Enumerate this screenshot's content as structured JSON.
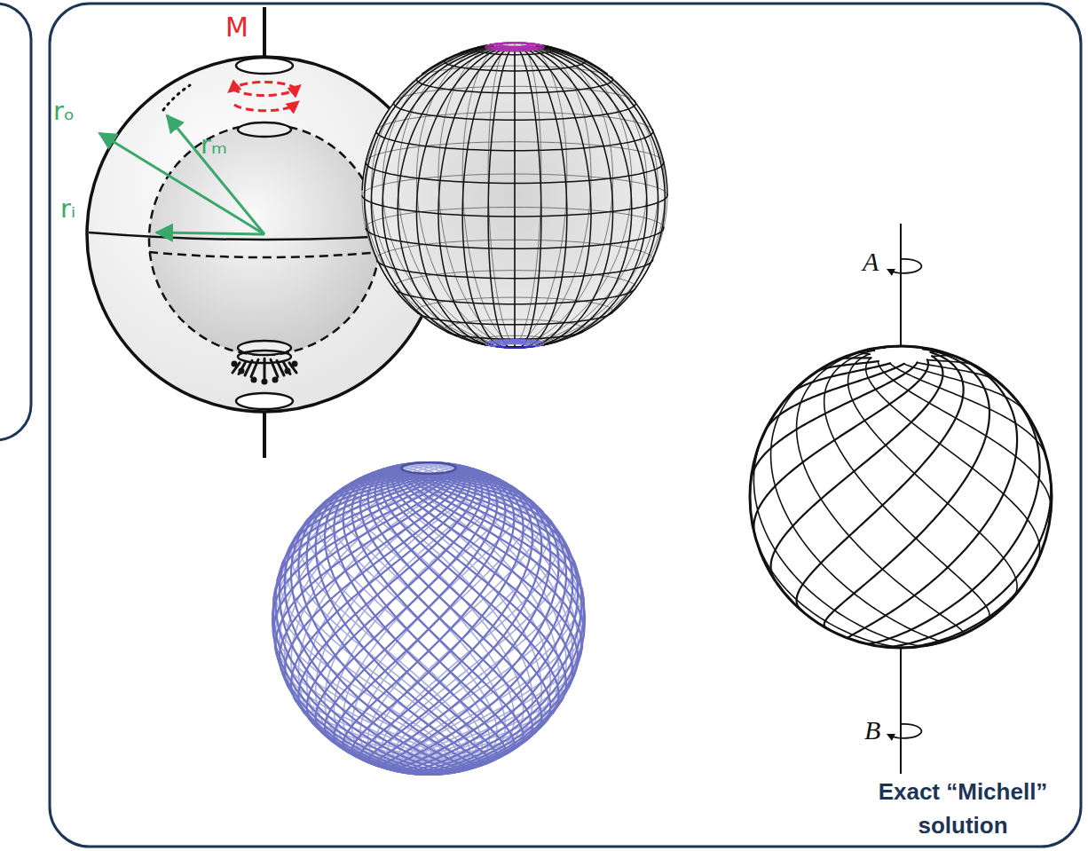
{
  "diagram": {
    "labels": [
      "M",
      "rₒ",
      "rₘ",
      "rᵢ",
      "A",
      "B",
      "Exact “Michell” solution"
    ]
  }
}
